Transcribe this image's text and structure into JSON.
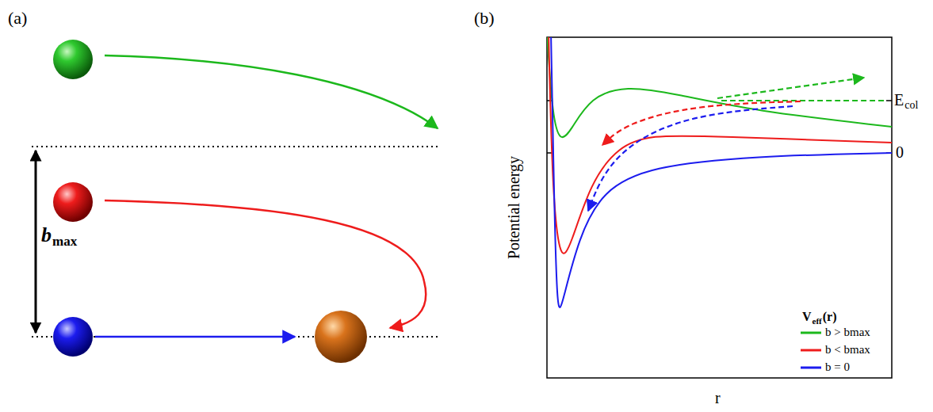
{
  "diagram": {
    "labels": [
      "(a)",
      "(b)",
      "b",
      "max",
      "Potential energy",
      "r",
      "E",
      "col",
      "0",
      "V",
      "eff",
      "(r)"
    ],
    "legend": [
      {
        "text": "b > bmax"
      },
      {
        "text": "b < bmax"
      },
      {
        "text": "b = 0"
      }
    ]
  }
}
